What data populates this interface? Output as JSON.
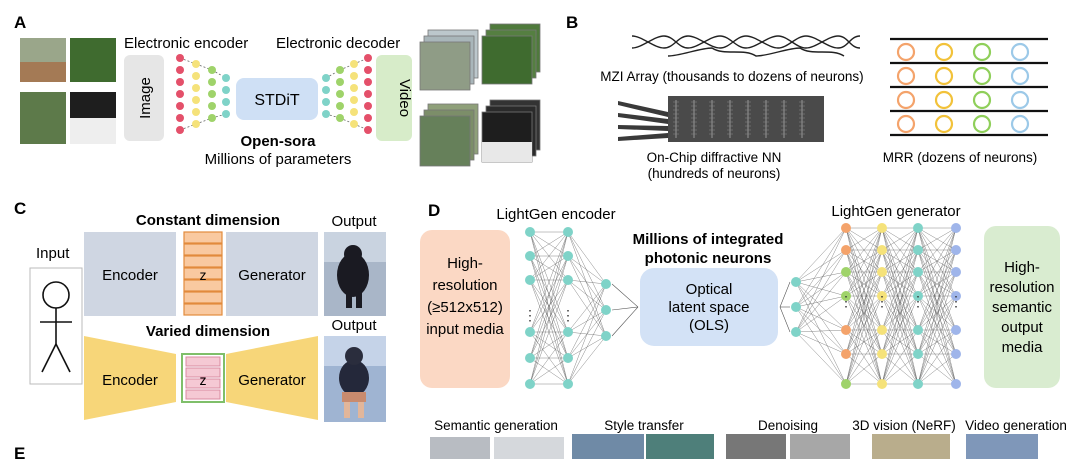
{
  "panels": {
    "A": {
      "letter": "A",
      "encoder_label": "Electronic encoder",
      "decoder_label": "Electronic decoder",
      "image_label": "Image",
      "video_label": "Video",
      "stdit_label": "STDiT",
      "model_name": "Open-sora",
      "params": "Millions of parameters"
    },
    "B": {
      "letter": "B",
      "mzi_label": "MZI Array (thousands to dozens of neurons)",
      "diffractive_label_1": "On-Chip diffractive NN",
      "diffractive_label_2": "(hundreds of neurons)",
      "mrr_label": "MRR (dozens of neurons)"
    },
    "C": {
      "letter": "C",
      "input_label": "Input",
      "constant_title": "Constant dimension",
      "varied_title": "Varied dimension",
      "encoder_label": "Encoder",
      "generator_label": "Generator",
      "z_label": "z",
      "output_label": "Output"
    },
    "D": {
      "letter": "D",
      "encoder_title": "LightGen encoder",
      "generator_title": "LightGen generator",
      "input_lines": [
        "High-",
        "resolution",
        "(≥512x512)",
        "input media"
      ],
      "neurons_title_1": "Millions of integrated",
      "neurons_title_2": "photonic neurons",
      "ols_lines": [
        "Optical",
        "latent space",
        "(OLS)"
      ],
      "output_lines": [
        "High-",
        "resolution",
        "semantic",
        "output",
        "media"
      ]
    },
    "E": {
      "letter": "E",
      "tasks": [
        "Semantic generation",
        "Style transfer",
        "Denoising",
        "3D vision (NeRF)",
        "Video generation"
      ]
    }
  },
  "colors": {
    "encoder_box": "#cfd6e2",
    "stdit_box": "#cfe0f5",
    "video_box": "#d7ecc9",
    "image_box": "#e6e6e6",
    "input_media": "#fbd8c4",
    "output_media": "#d9ecd0",
    "ols": "#d3e2f6",
    "varied_trap": "#f7d679",
    "latent_orange": "#f9c9a0",
    "latent_pink": "#f5c9d4",
    "neuron_teal": "#7fd3c8",
    "neuron_orange": "#f4a36b",
    "neuron_yellow": "#f5e27a",
    "neuron_green": "#9fd36a",
    "neuron_blue": "#9fb5ea"
  }
}
